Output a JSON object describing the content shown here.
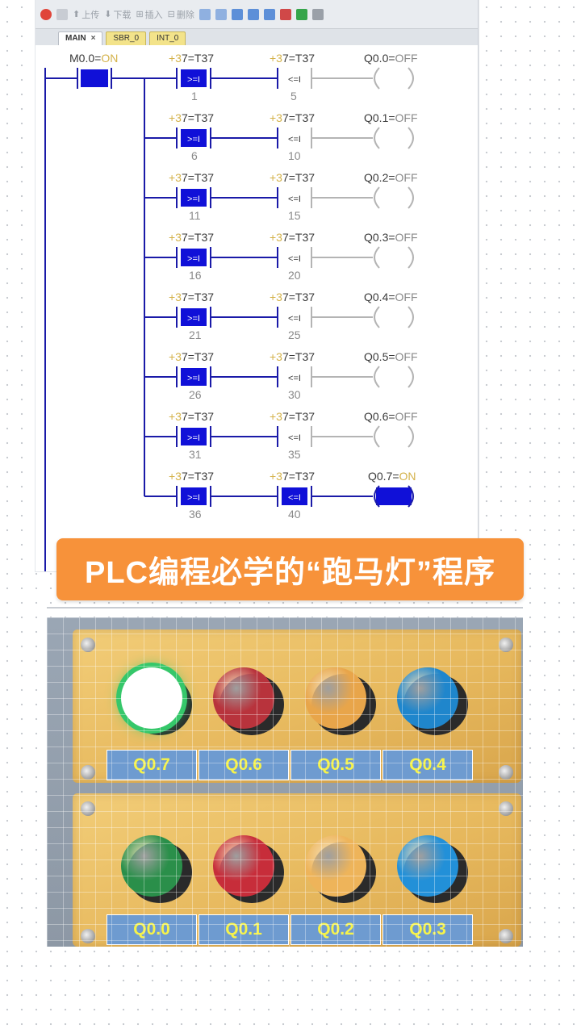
{
  "toolbar": {
    "upload_label": "上传",
    "download_label": "下载",
    "insert_label": "插入",
    "delete_label": "删除"
  },
  "tabs": [
    {
      "label": "MAIN",
      "close": "×"
    },
    {
      "label": "SBR_0"
    },
    {
      "label": "INT_0"
    }
  ],
  "ladder": {
    "contact_label": "M0.0=ON",
    "contact_name": "M0.0",
    "contact_state": "ON",
    "operand_label": "+37=T37",
    "rungs": [
      {
        "ge_op": ">=I",
        "le_op": "<=I",
        "ge_value": "1",
        "le_value": "5",
        "coil_name": "Q0.0",
        "coil_state": "OFF",
        "active": false
      },
      {
        "ge_op": ">=I",
        "le_op": "<=I",
        "ge_value": "6",
        "le_value": "10",
        "coil_name": "Q0.1",
        "coil_state": "OFF",
        "active": false
      },
      {
        "ge_op": ">=I",
        "le_op": "<=I",
        "ge_value": "11",
        "le_value": "15",
        "coil_name": "Q0.2",
        "coil_state": "OFF",
        "active": false
      },
      {
        "ge_op": ">=I",
        "le_op": "<=I",
        "ge_value": "16",
        "le_value": "20",
        "coil_name": "Q0.3",
        "coil_state": "OFF",
        "active": false
      },
      {
        "ge_op": ">=I",
        "le_op": "<=I",
        "ge_value": "21",
        "le_value": "25",
        "coil_name": "Q0.4",
        "coil_state": "OFF",
        "active": false
      },
      {
        "ge_op": ">=I",
        "le_op": "<=I",
        "ge_value": "26",
        "le_value": "30",
        "coil_name": "Q0.5",
        "coil_state": "OFF",
        "active": false
      },
      {
        "ge_op": ">=I",
        "le_op": "<=I",
        "ge_value": "31",
        "le_value": "35",
        "coil_name": "Q0.6",
        "coil_state": "OFF",
        "active": false
      },
      {
        "ge_op": ">=I",
        "le_op": "<=I",
        "ge_value": "36",
        "le_value": "40",
        "coil_name": "Q0.7",
        "coil_state": "ON",
        "active": true
      }
    ]
  },
  "banner": {
    "title": "PLC编程必学的“跑马灯”程序"
  },
  "panel": {
    "top_row": [
      {
        "label": "Q0.7",
        "color": "#ffffff",
        "ring": "#35c76a",
        "lit": true
      },
      {
        "label": "Q0.6",
        "color": "#b8333c"
      },
      {
        "label": "Q0.5",
        "color": "#e8a54a"
      },
      {
        "label": "Q0.4",
        "color": "#1f86cc"
      }
    ],
    "bottom_row": [
      {
        "label": "Q0.0",
        "color": "#2a8f4a"
      },
      {
        "label": "Q0.1",
        "color": "#c72d3a"
      },
      {
        "label": "Q0.2",
        "color": "#eeb45a"
      },
      {
        "label": "Q0.3",
        "color": "#2290d8"
      }
    ]
  },
  "colors": {
    "active_block": "#1010d8",
    "wire": "#1a1aa8",
    "inactive_wire": "#b4b4b4",
    "banner": "#f7923a",
    "tag_bg": "#6e9bd0",
    "tag_text": "#f6f34a"
  }
}
